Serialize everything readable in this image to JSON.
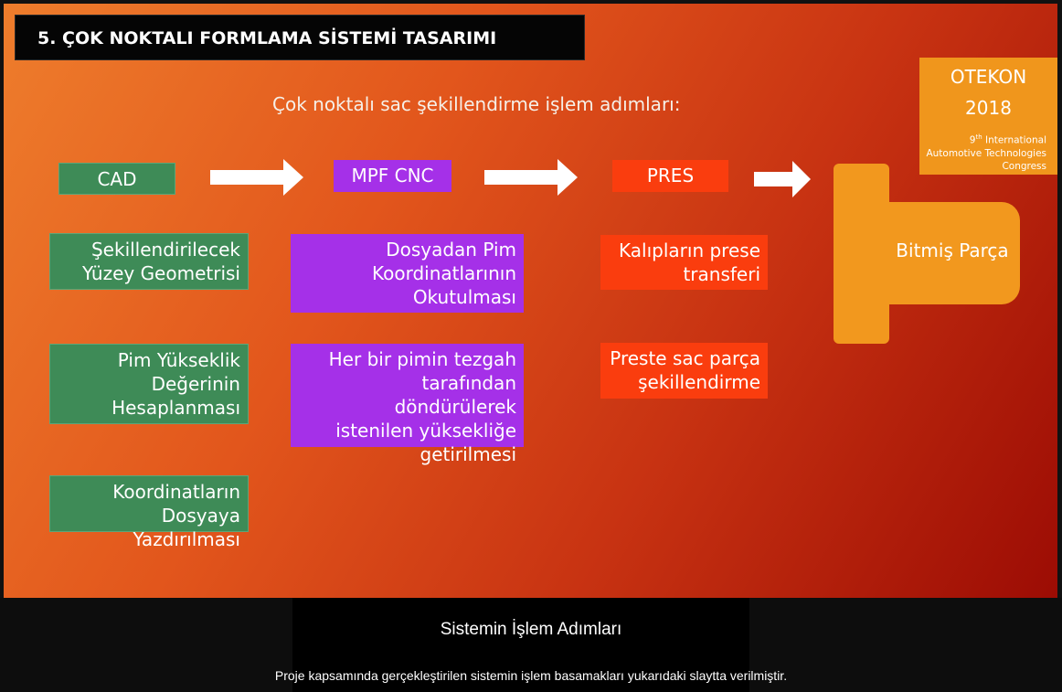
{
  "slide": {
    "title": "5. ÇOK NOKTALI FORMLAMA SİSTEMİ TASARIMI",
    "subtitle": "Çok noktalı sac şekillendirme işlem adımları:",
    "otekon": {
      "name": "OTEKON",
      "year": "2018",
      "line1_num": "9",
      "line1_sup": "th",
      "line1_rest": " International",
      "line2": "Automotive Technologies",
      "line3": "Congress"
    },
    "columns": {
      "cad": {
        "header": "CAD",
        "steps": [
          [
            "Şekillendirilecek",
            "Yüzey Geometrisi"
          ],
          [
            "Pim Yükseklik",
            "Değerinin",
            "Hesaplanması"
          ],
          [
            "Koordinatların",
            "Dosyaya Yazdırılması"
          ]
        ]
      },
      "mpf": {
        "header": "MPF CNC",
        "steps": [
          [
            "Dosyadan Pim",
            "Koordinatlarının",
            "Okutulması"
          ],
          [
            "Her bir pimin tezgah",
            "tarafından döndürülerek",
            "istenilen yüksekliğe",
            "getirilmesi"
          ]
        ]
      },
      "pres": {
        "header": "PRES",
        "steps": [
          [
            "Kalıpların prese",
            "transferi"
          ],
          [
            "Preste sac parça",
            "şekillendirme"
          ]
        ]
      }
    },
    "result": "Bitmiş Parça",
    "colors": {
      "green": "#3e8b57",
      "purple": "#a530e8",
      "red": "#fa3d0e",
      "orange": "#f2981e"
    }
  },
  "caption": {
    "title": "Sistemin İşlem Adımları",
    "text": "Proje kapsamında gerçekleştirilen sistemin işlem basamakları yukarıdaki slaytta verilmiştir."
  }
}
